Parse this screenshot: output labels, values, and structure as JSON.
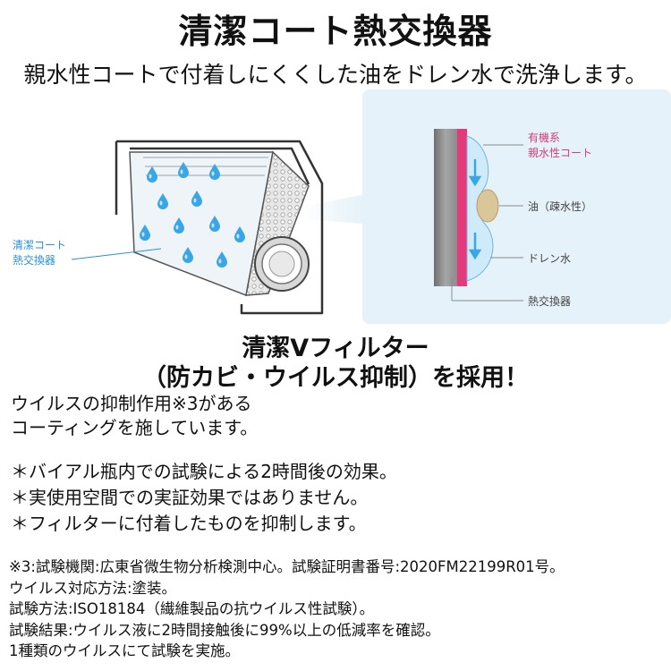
{
  "header": {
    "title": "清潔コート熱交換器",
    "subtitle": "親水性コートで付着しにくくした油をドレン水で洗浄します。"
  },
  "figure": {
    "unit_label_line1": "清潔コート",
    "unit_label_line2": "熱交換器",
    "callouts": {
      "coat_line1": "有機系",
      "coat_line2": "親水性コート",
      "oil": "油（疎水性）",
      "drain": "ドレン水",
      "exchanger": "熱交換器"
    },
    "colors": {
      "label_blue": "#2b8fd6",
      "label_pink": "#d23c7a",
      "coat_pink": "#e4397b",
      "metal_gray": "#8a8a8a",
      "water_blue": "#bfe3f7",
      "oil_tan": "#d9c79a",
      "zoom_bg": "#e6f2f9"
    }
  },
  "filter_section": {
    "heading_line1": "清潔Vフィルター",
    "heading_line2": "（防カビ・ウイルス抑制）を採用！",
    "lead_lines": [
      "ウイルスの抑制作用※3がある",
      "コーティングを施しています。"
    ],
    "notes": [
      "＊バイアル瓶内での試験による2時間後の効果。",
      "＊実使用空間での実証効果ではありません。",
      "＊フィルターに付着したものを抑制します。"
    ]
  },
  "footnotes": [
    "※3:試験機関:広東省微生物分析検測中心。試験証明書番号:2020FM22199R01号。",
    "ウイルス対応方法:塗装。",
    "試験方法:ISO18184（繊維製品の抗ウイルス性試験）。",
    "試験結果:ウイルス液に2時間接触後に99%以上の低減率を確認。",
    "1種類のウイルスにて試験を実施。"
  ]
}
